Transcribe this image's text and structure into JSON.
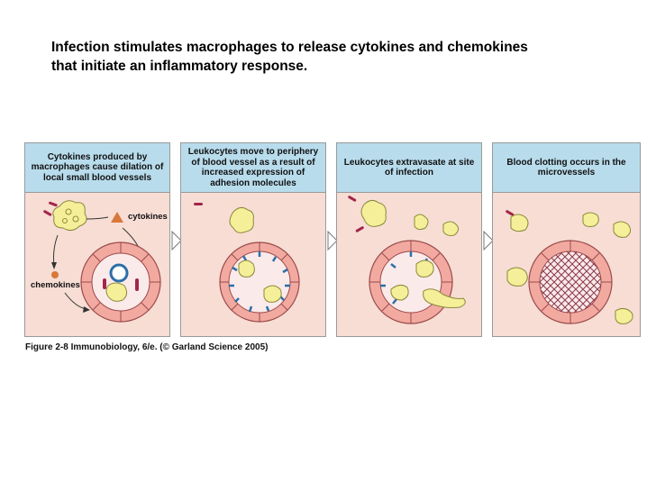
{
  "title": "Infection stimulates macrophages to release cytokines and chemokines that initiate an inflammatory response.",
  "panels": [
    {
      "caption": "Cytokines produced by macrophages cause dilation of local small blood vessels"
    },
    {
      "caption": "Leukocytes move to periphery of blood vessel as a result of increased expression of adhesion molecules"
    },
    {
      "caption": "Leukocytes extravasate at site of infection"
    },
    {
      "caption": "Blood clotting occurs in the microvessels"
    }
  ],
  "labels": {
    "cytokines": "cytokines",
    "chemokines": "chemokines"
  },
  "credit": "Figure 2-8  Immunobiology, 6/e. (© Garland Science 2005)",
  "colors": {
    "caption_bg": "#b8dcec",
    "panel_bg": "#f7ddd4",
    "vessel_wall": "#f2a9a0",
    "cell": "#f6ef9a",
    "adhesion": "#2d6fa8",
    "bacteria": "#a2264a"
  }
}
